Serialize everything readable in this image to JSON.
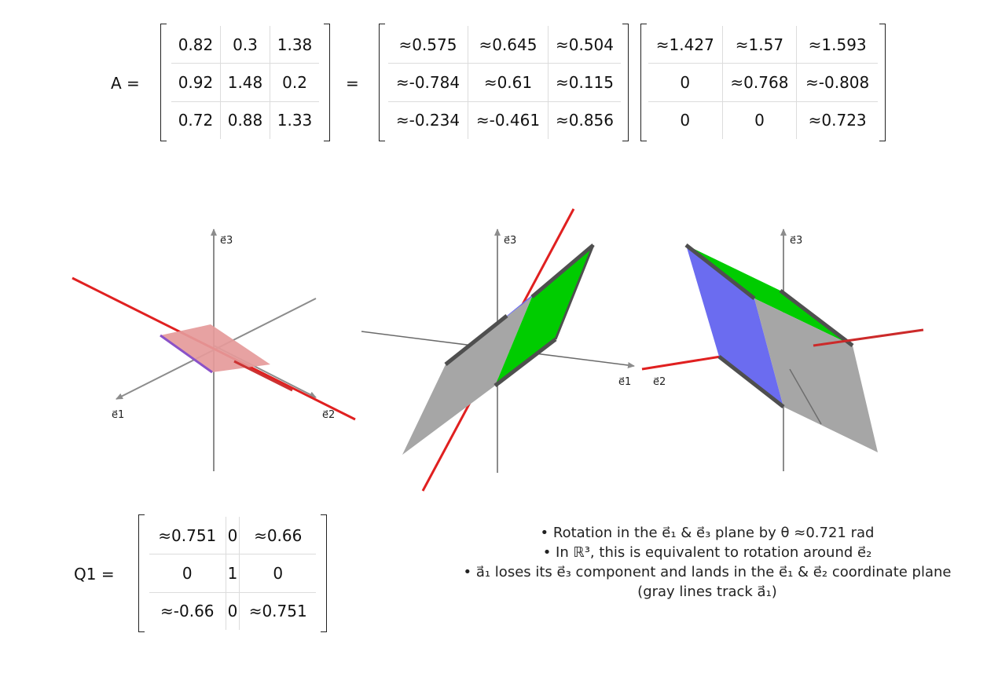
{
  "equation": {
    "lhs": "A =",
    "equals": "=",
    "A": [
      [
        "0.82",
        "0.3",
        "1.38"
      ],
      [
        "0.92",
        "1.48",
        "0.2"
      ],
      [
        "0.72",
        "0.88",
        "1.33"
      ]
    ],
    "Q": [
      [
        "≈0.575",
        "≈0.645",
        "≈0.504"
      ],
      [
        "≈-0.784",
        "≈0.61",
        "≈0.115"
      ],
      [
        "≈-0.234",
        "≈-0.461",
        "≈0.856"
      ]
    ],
    "R": [
      [
        "≈1.427",
        "≈1.57",
        "≈1.593"
      ],
      [
        "0",
        "≈0.768",
        "≈-0.808"
      ],
      [
        "0",
        "0",
        "≈0.723"
      ]
    ]
  },
  "q1": {
    "lhs": "Q1 =",
    "matrix": [
      [
        "≈0.751",
        "0",
        "≈0.66"
      ],
      [
        "0",
        "1",
        "0"
      ],
      [
        "≈-0.66",
        "0",
        "≈0.751"
      ]
    ]
  },
  "panels": {
    "left": {
      "e1": "e⃗1",
      "e2": "e⃗2",
      "e3": "e⃗3"
    },
    "middle": {
      "e1": "e⃗1",
      "e2": "e⃗2",
      "e3": "e⃗3"
    },
    "right": {
      "e3": "e⃗3"
    }
  },
  "colors": {
    "red": "#e02020",
    "blue": "#6b6cf0",
    "green": "#00cc00",
    "gray": "#a6a6a6",
    "pink": "#e59a9a",
    "axis": "#8c8c8c",
    "edge": "#4f4f4f"
  },
  "notes": [
    "• Rotation in the e⃗₁ & e⃗₃ plane by θ ≈0.721 rad",
    "• In ℝ³, this is equivalent to rotation around e⃗₂",
    "• a⃗₁ loses its e⃗₃ component and lands in the e⃗₁ & e⃗₂ coordinate plane",
    "(gray lines track a⃗₁)"
  ]
}
